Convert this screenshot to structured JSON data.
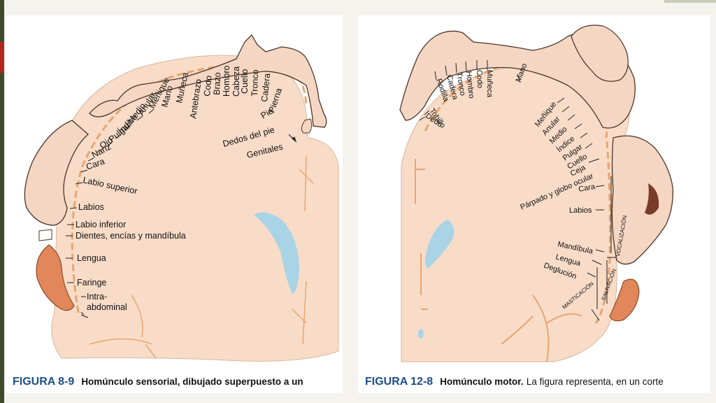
{
  "left": {
    "labels": {
      "menique": "Meñique",
      "anular": "Anular",
      "medio": "Medio",
      "indice": "Índice",
      "pulgar": "Pulgar",
      "ojo": "Ojo",
      "nariz": "Nariz",
      "cara": "Cara",
      "labio_superior": "Labio superior",
      "labios": "Labios",
      "labio_inferior": "Labio inferior",
      "dientes": "Dientes, encías y mandíbula",
      "lengua": "Lengua",
      "faringe": "Faringe",
      "intra": "Intra-",
      "abdominal": "abdominal",
      "mano": "Mano",
      "muneca": "Muñeca",
      "antebrazo": "Antebrazo",
      "codo": "Codo",
      "brazo": "Brazo",
      "hombro": "Hombro",
      "cabeza": "Cabeza",
      "cuello": "Cuello",
      "tronco": "Tronco",
      "cadera": "Cadera",
      "pierna": "Pierna",
      "pie": "Pie",
      "dedos_pie": "Dedos del pie",
      "genitales": "Genitales"
    },
    "caption": {
      "number": "FIGURA 8-9",
      "title": "Homúnculo sensorial, dibujado superpuesto a un"
    }
  },
  "right": {
    "labels": {
      "tobillo": "Tobillo",
      "dedo": "Dedo",
      "rodilla": "Rodilla",
      "cadera": "Cadera",
      "tronco": "Tronco",
      "hombro": "Hombro",
      "codo": "Codo",
      "muneca": "Muñeca",
      "mano": "Mano",
      "menique": "Meñique",
      "anular": "Anular",
      "medio": "Medio",
      "indice": "Índice",
      "pulgar": "Pulgar",
      "cuello": "Cuello",
      "ceja": "Ceja",
      "parpado": "Párpado y globo ocular",
      "cara": "Cara",
      "labios": "Labios",
      "mandibula": "Mandíbula",
      "lengua": "Lengua",
      "deglucion": "Deglución",
      "vocalizacion": "VOCALIZACIÓN",
      "salivacion": "SALIVACIÓN",
      "masticacion": "MASTICACIÓN"
    },
    "caption": {
      "number": "FIGURA 12-8",
      "title": "Homúnculo motor.",
      "text": "La figura representa, en un corte"
    }
  },
  "colors": {
    "brain": "#f8dcc8",
    "cortex": "#e8a56f",
    "figure": "#f5d6c2",
    "ventricle": "#a9d4e6",
    "caption_blue": "#1d4e88"
  }
}
